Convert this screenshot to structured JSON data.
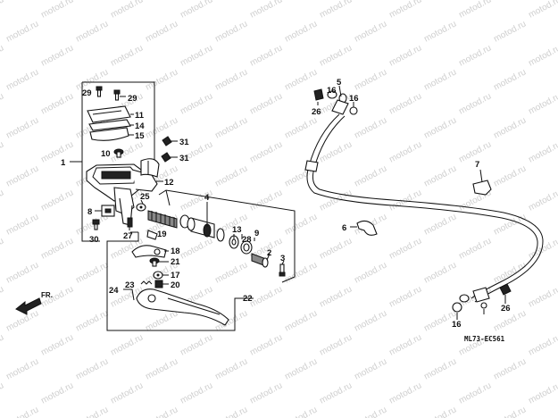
{
  "watermark": {
    "text": "motod.ru"
  },
  "diagram_code": "ML73-EC561",
  "direction_label": "FR.",
  "parts": [
    {
      "id": "p1",
      "label": "1"
    },
    {
      "id": "p2",
      "label": "2"
    },
    {
      "id": "p3",
      "label": "3"
    },
    {
      "id": "p4",
      "label": "4"
    },
    {
      "id": "p5",
      "label": "5"
    },
    {
      "id": "p6",
      "label": "6"
    },
    {
      "id": "p7",
      "label": "7"
    },
    {
      "id": "p8",
      "label": "8"
    },
    {
      "id": "p9",
      "label": "9"
    },
    {
      "id": "p10",
      "label": "10"
    },
    {
      "id": "p11",
      "label": "11"
    },
    {
      "id": "p12",
      "label": "12"
    },
    {
      "id": "p13",
      "label": "13"
    },
    {
      "id": "p14",
      "label": "14"
    },
    {
      "id": "p15",
      "label": "15"
    },
    {
      "id": "p16a",
      "label": "16"
    },
    {
      "id": "p16b",
      "label": "16"
    },
    {
      "id": "p16c",
      "label": "16"
    },
    {
      "id": "p17",
      "label": "17"
    },
    {
      "id": "p18",
      "label": "18"
    },
    {
      "id": "p19",
      "label": "19"
    },
    {
      "id": "p20",
      "label": "20"
    },
    {
      "id": "p21",
      "label": "21"
    },
    {
      "id": "p22",
      "label": "22"
    },
    {
      "id": "p23",
      "label": "23"
    },
    {
      "id": "p24",
      "label": "24"
    },
    {
      "id": "p25",
      "label": "25"
    },
    {
      "id": "p26a",
      "label": "26"
    },
    {
      "id": "p26b",
      "label": "26"
    },
    {
      "id": "p27",
      "label": "27"
    },
    {
      "id": "p28",
      "label": "28"
    },
    {
      "id": "p29a",
      "label": "29"
    },
    {
      "id": "p29b",
      "label": "29"
    },
    {
      "id": "p30",
      "label": "30"
    },
    {
      "id": "p31a",
      "label": "31"
    },
    {
      "id": "p31b",
      "label": "31"
    }
  ]
}
